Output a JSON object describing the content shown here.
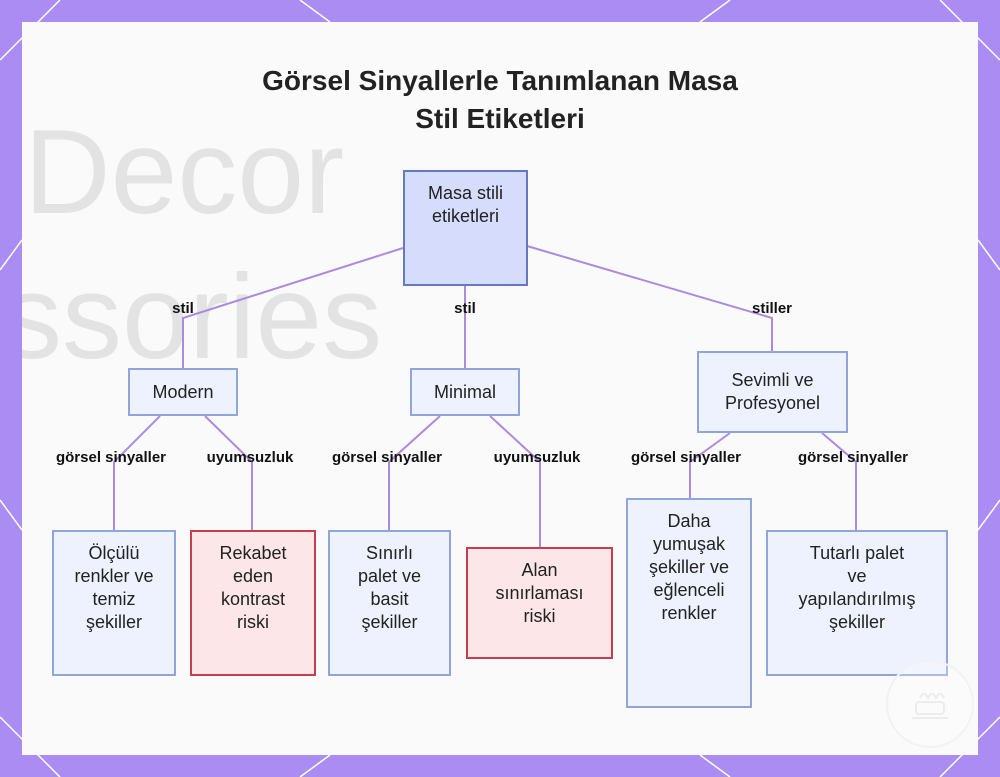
{
  "title_line1": "Görsel Sinyallerle Tanımlanan Masa",
  "title_line2": "Stil Etiketleri",
  "background_text": [
    "Decor",
    "ssories"
  ],
  "nodes": {
    "root": "Masa stili\netiketleri",
    "modern": "Modern",
    "minimal": "Minimal",
    "cute_professional": "Sevimli ve\nProfesyonel",
    "measured_colors": "Ölçülü\nrenkler ve\ntemiz\nşekiller",
    "competing_contrast": "Rekabet\neden\nkontrast\nriski",
    "limited_palette": "Sınırlı\npalet ve\nbasit\nşekiller",
    "space_constraint": "Alan\nsınırlaması\nriski",
    "softer_shapes": "Daha\nyumuşak\nşekiller ve\neğlenceli\nrenkler",
    "consistent_palette": "Tutarlı palet\nve\nyapılandırılmış\nşekiller"
  },
  "edge_labels": {
    "root_modern": "stil",
    "root_minimal": "stil",
    "root_cute": "stiller",
    "modern_measured": "görsel sinyaller",
    "modern_contrast": "uyumsuzluk",
    "minimal_palette": "görsel sinyaller",
    "minimal_space": "uyumsuzluk",
    "cute_softer": "görsel sinyaller",
    "cute_consistent": "görsel sinyaller"
  },
  "colors": {
    "frame": "#ab8cf2",
    "edge": "#a98be0",
    "node_fill": "#eef2ff",
    "node_border": "#8fa6dc",
    "root_fill": "#d6dcfb",
    "root_border": "#6677c4",
    "warn_fill": "#fde6e8",
    "warn_border": "#c43f4d"
  }
}
